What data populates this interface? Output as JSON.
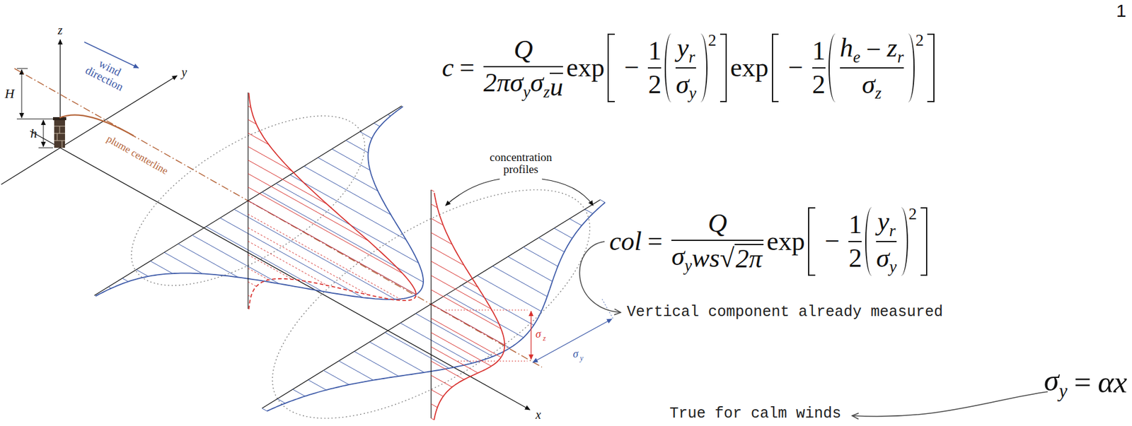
{
  "diagram": {
    "labels": [
      "1",
      "z",
      "wind direction",
      "y",
      "H",
      "h",
      "plume centerline",
      "concentration profiles",
      "σ",
      "z",
      "σ",
      "y",
      "x",
      "c",
      "=",
      "Q",
      "2πσ",
      "y",
      "σ",
      "z",
      "u",
      "exp",
      "−",
      "1",
      "2",
      "y",
      "r",
      "σ",
      "y",
      "2",
      "exp",
      "−",
      "1",
      "2",
      "h",
      "e",
      "−",
      "z",
      "r",
      "σ",
      "z",
      "2",
      "col",
      "=",
      "Q",
      "σ",
      "y",
      "ws",
      "√",
      "2π",
      "exp",
      "−",
      "1",
      "2",
      "y",
      "r",
      "σ",
      "y",
      "2",
      "σ",
      "y",
      "=",
      "αx",
      "Vertical component already measured",
      "True for calm winds"
    ]
  }
}
